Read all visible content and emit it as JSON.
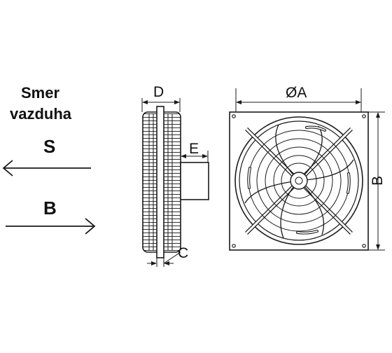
{
  "legend": {
    "title_line1": "Smer",
    "title_line2": "vazduha",
    "arrow_s_label": "S",
    "arrow_b_label": "B"
  },
  "dimensions": {
    "depth": "D",
    "motor_length": "E",
    "frame_thickness": "C",
    "diameter": "ØA",
    "frame_size": "B"
  },
  "colors": {
    "stroke": "#1a1a1a",
    "background": "#ffffff"
  }
}
